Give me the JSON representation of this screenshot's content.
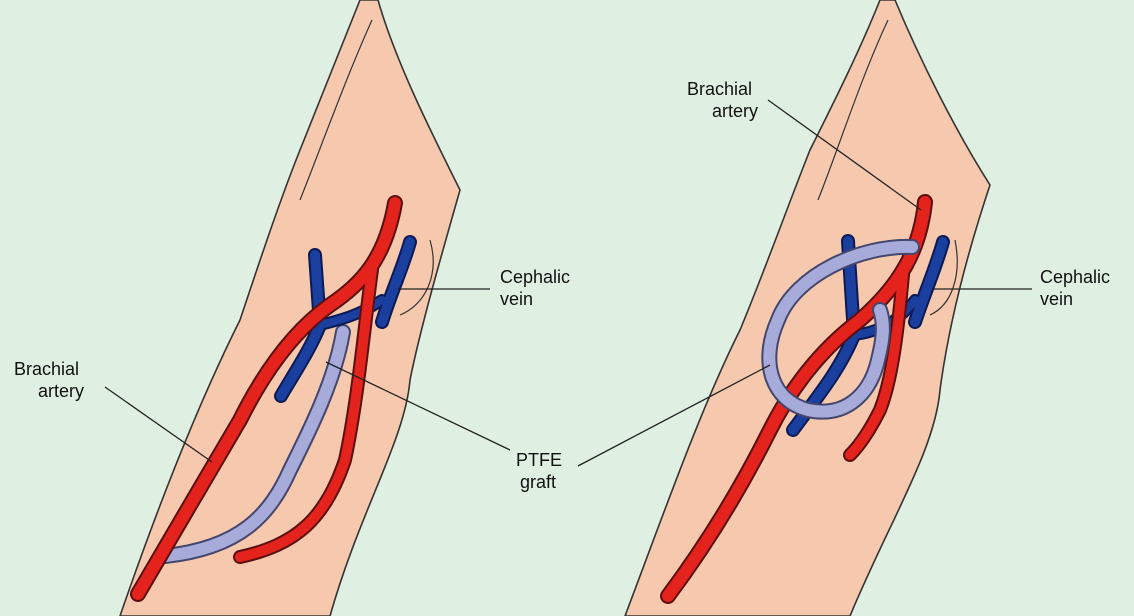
{
  "colors": {
    "background": "#dff0e2",
    "skin": "#f6c9ae",
    "artery": "#e4231d",
    "vein": "#1b3f9e",
    "graft": "#a7abd9"
  },
  "left_panel": {
    "labels": {
      "cephalic_vein": [
        "Cephalic",
        "vein"
      ],
      "brachial_artery": [
        "Brachial",
        "artery"
      ]
    }
  },
  "right_panel": {
    "labels": {
      "brachial_artery": [
        "Brachial",
        "artery"
      ],
      "cephalic_vein": [
        "Cephalic",
        "vein"
      ]
    }
  },
  "shared": {
    "ptfe_graft": [
      "PTFE",
      "graft"
    ]
  }
}
